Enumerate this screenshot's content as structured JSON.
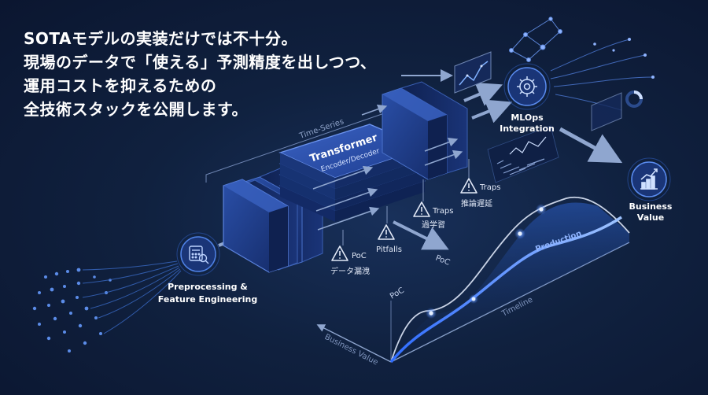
{
  "headline": {
    "line1": "SOTAモデルの実装だけでは不十分。",
    "line2": "現場のデータで「使える」予測精度を出しつつ、",
    "line3": "運用コストを抑えるための",
    "line4": "全技術スタックを公開します。"
  },
  "pipeline": {
    "time_series_label": "Time-Series",
    "transformer_title": "Transformer",
    "transformer_subtitle": "Encoder/Decoder",
    "preprocessing_line1": "Preprocessing &",
    "preprocessing_line2": "Feature Engineering",
    "mlops_line1": "MLOps",
    "mlops_line2": "Integration",
    "business_line1": "Business",
    "business_line2": "Value"
  },
  "pitfalls": [
    {
      "title": "PoC",
      "caption": "データ漏洩"
    },
    {
      "title": "Pitfalls",
      "caption": ""
    },
    {
      "title": "Traps",
      "caption": "過学習"
    },
    {
      "title": "Traps",
      "caption": "推論遅延"
    }
  ],
  "poc_arrow_label": "PoC",
  "timeline_chart": {
    "x_axis_label": "Timeline",
    "y_axis_label": "Business Value",
    "stage_poc": "PoC",
    "stage_production": "Production"
  },
  "colors": {
    "background": "#0d1a33",
    "accent": "#3f7dff",
    "block_face": "#1c3a86",
    "text": "#ffffff"
  },
  "icons": [
    "calculator-magnifier-icon",
    "gear-brain-icon",
    "growth-chart-icon",
    "warning-triangle-icon"
  ]
}
